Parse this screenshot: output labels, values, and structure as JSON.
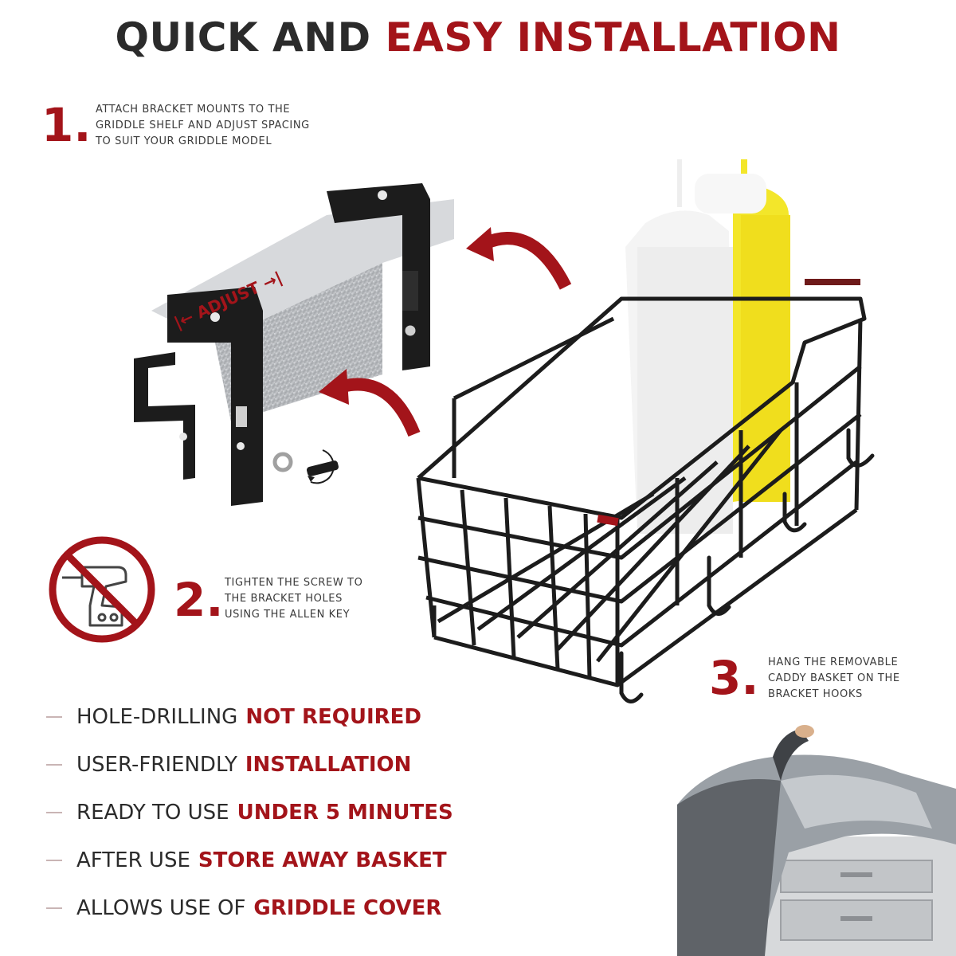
{
  "title": {
    "part1": "QUICK AND",
    "part2": "EASY INSTALLATION"
  },
  "steps": [
    {
      "number": "1.",
      "lines": [
        "ATTACH BRACKET MOUNTS TO THE",
        "GRIDDLE SHELF AND ADJUST SPACING",
        "TO SUIT YOUR GRIDDLE MODEL"
      ]
    },
    {
      "number": "2.",
      "lines": [
        "TIGHTEN THE SCREW TO",
        "THE BRACKET HOLES",
        "USING THE ALLEN KEY"
      ]
    },
    {
      "number": "3.",
      "lines": [
        "HANG THE REMOVABLE",
        "CADDY BASKET ON THE",
        "BRACKET HOOKS"
      ]
    }
  ],
  "adjust_label": "|← ADJUST →|",
  "bullets": [
    {
      "plain": "HOLE-DRILLING",
      "highlight": "NOT REQUIRED"
    },
    {
      "plain": "USER-FRIENDLY",
      "highlight": "INSTALLATION"
    },
    {
      "plain": "READY TO USE",
      "highlight": "UNDER 5 MINUTES"
    },
    {
      "plain": "AFTER USE",
      "highlight": "STORE AWAY BASKET"
    },
    {
      "plain": "ALLOWS USE OF",
      "highlight": "GRIDDLE COVER"
    }
  ],
  "icons": [
    "no-drill-icon",
    "rotate-icon",
    "arrow-icon"
  ],
  "colors": {
    "accent": "#a3141a",
    "text": "#2b2b2b",
    "steel": "#b9bcc0",
    "bracket": "#1c1c1c"
  }
}
